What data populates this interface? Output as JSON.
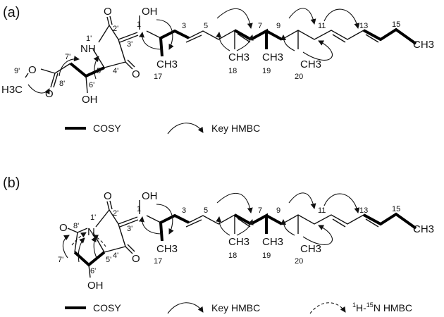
{
  "panel_a": {
    "tag": "(a)",
    "atoms": {
      "O_top": "O",
      "OH_top": "OH",
      "NH": "NH",
      "O_bottom": "O",
      "OMe": "O",
      "H3C": "H3C",
      "O_ester": "O",
      "OH": "OH",
      "CH3_17": "CH3",
      "CH3_18": "CH3",
      "CH3_19": "CH3",
      "CH3_20": "CH3",
      "CH3_end": "CH3"
    },
    "numbers": {
      "n1": "1",
      "n3": "3",
      "n5": "5",
      "n7": "7",
      "n9": "9",
      "n11": "11",
      "n13": "13",
      "n15": "15",
      "n17": "17",
      "n18": "18",
      "n19": "19",
      "n20": "20",
      "p1": "1'",
      "p2": "2'",
      "p3": "3'",
      "p4": "4'",
      "p5": "5'",
      "p6": "6'",
      "p7": "7'",
      "p8": "8'",
      "p9": "9'"
    },
    "legend": {
      "cosy": "COSY",
      "hmbc": "Key HMBC"
    }
  },
  "panel_b": {
    "tag": "(b)",
    "atoms": {
      "O_top": "O",
      "OH_top": "OH",
      "N": "N",
      "O_bottom": "O",
      "O_lactam": "O",
      "OH": "OH",
      "CH3_17": "CH3",
      "CH3_18": "CH3",
      "CH3_19": "CH3",
      "CH3_20": "CH3",
      "CH3_end": "CH3"
    },
    "numbers": {
      "n1": "1",
      "n3": "3",
      "n5": "5",
      "n7": "7",
      "n9": "9",
      "n11": "11",
      "n13": "13",
      "n15": "15",
      "n17": "17",
      "n18": "18",
      "n19": "19",
      "n20": "20",
      "p1": "1'",
      "p2": "2'",
      "p3": "3'",
      "p4": "4'",
      "p5": "5'",
      "p6": "6'",
      "p7": "7'",
      "p8": "8'"
    },
    "legend": {
      "cosy": "COSY",
      "hmbc": "Key HMBC",
      "n_hmbc_pre": "1",
      "n_hmbc_mid": "H-",
      "n_hmbc_iso": "15",
      "n_hmbc_post": "N HMBC"
    }
  }
}
